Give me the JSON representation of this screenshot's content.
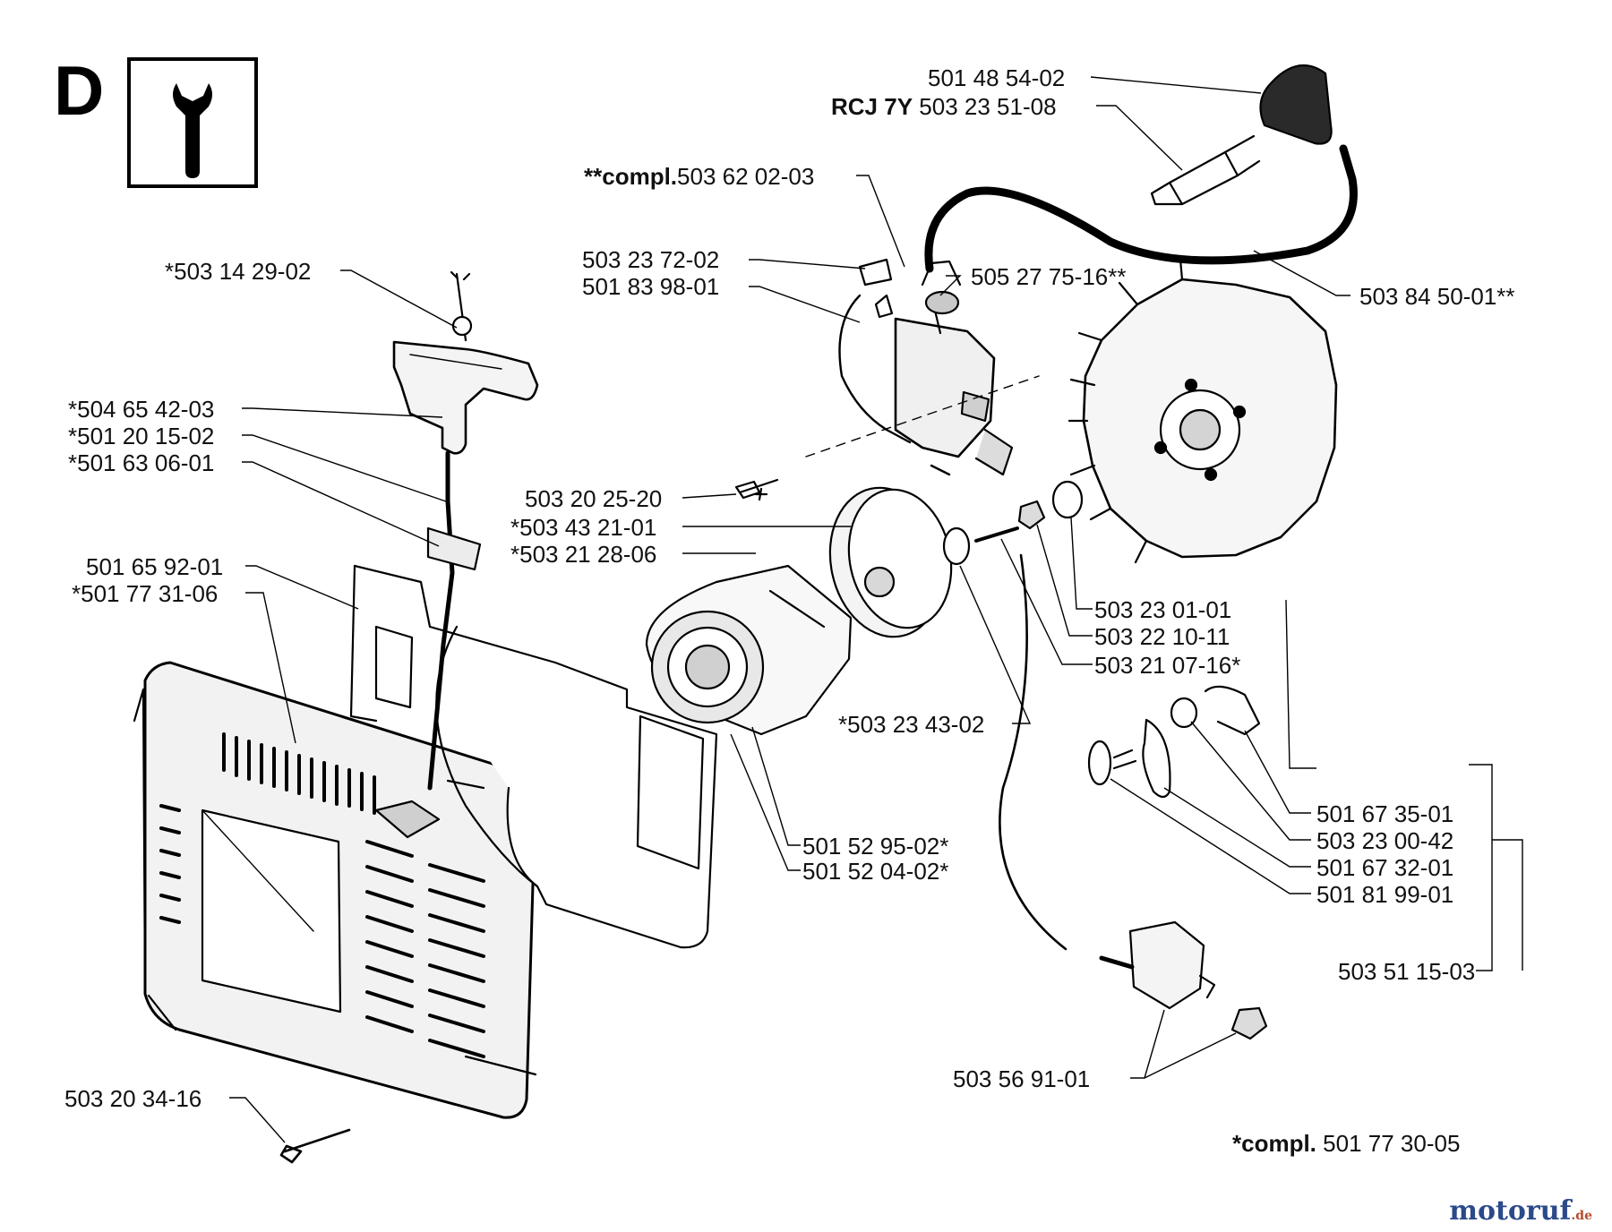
{
  "section": {
    "letter": "D",
    "tool_icon": "wrench-icon"
  },
  "labels": {
    "boot": "501 48 54-02",
    "plug_prefix": "RCJ 7Y",
    "plug": "503 23 51-08",
    "module_prefix": "**compl.",
    "module": "503 62 02-03",
    "short_wire_a": "503 23 72-02",
    "short_wire_b": "501 83 98-01",
    "hv_cable": "505 27 75-16**",
    "hv_lead": "503 84 50-01**",
    "handle_screw": "*503 14 29-02",
    "handle": "*504 65 42-03",
    "cord": "*501 20 15-02",
    "grommet": "*501 63 06-01",
    "cover_plate": "501 65 92-01",
    "cover": "*501 77 31-06",
    "module_screw": "503 20 25-20",
    "pulley": "*503 43 21-01",
    "pulley_screw": "*503 21 28-06",
    "washer": "503 23 01-01",
    "nut": "503 22 10-11",
    "stud": "503 21 07-16*",
    "spring_pin": "*503 23 43-02",
    "spring_a": "501 52 95-02*",
    "spring_b": "501 52 04-02*",
    "pawl_spring": "501 67 35-01",
    "pawl_washer": "503 23 00-42",
    "pawl": "501 67 32-01",
    "pawl_screw": "501 81 99-01",
    "flywheel": "503 51 15-03",
    "stop_switch": "503 56 91-01",
    "cover_screw": "503 20 34-16",
    "compl_prefix": "*compl.",
    "compl": "501 77 30-05"
  },
  "watermark": {
    "main": "motoruf",
    "suffix": ".de"
  }
}
